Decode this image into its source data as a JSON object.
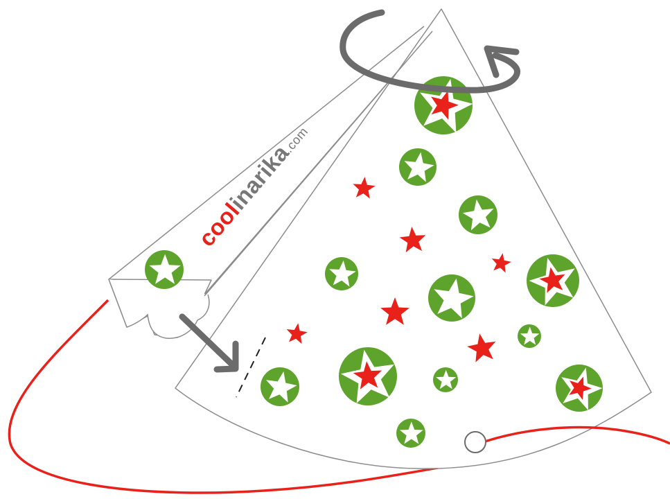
{
  "colors": {
    "outline": "#8c8c8c",
    "arrow": "#6b6b6b",
    "string": "#e8221b",
    "green": "#5ea32b",
    "red_star": "#e8221b",
    "white": "#ffffff",
    "brand_red": "#e8221b",
    "brand_gray": "#777777"
  },
  "brand": {
    "part1": "cool",
    "part2": "inarika",
    "part3": ".com"
  },
  "icons": {
    "rotate": "rotate-arrow-icon",
    "push": "push-arrow-icon",
    "fold": "dashed-fold-line",
    "hole": "punch-hole-icon"
  }
}
